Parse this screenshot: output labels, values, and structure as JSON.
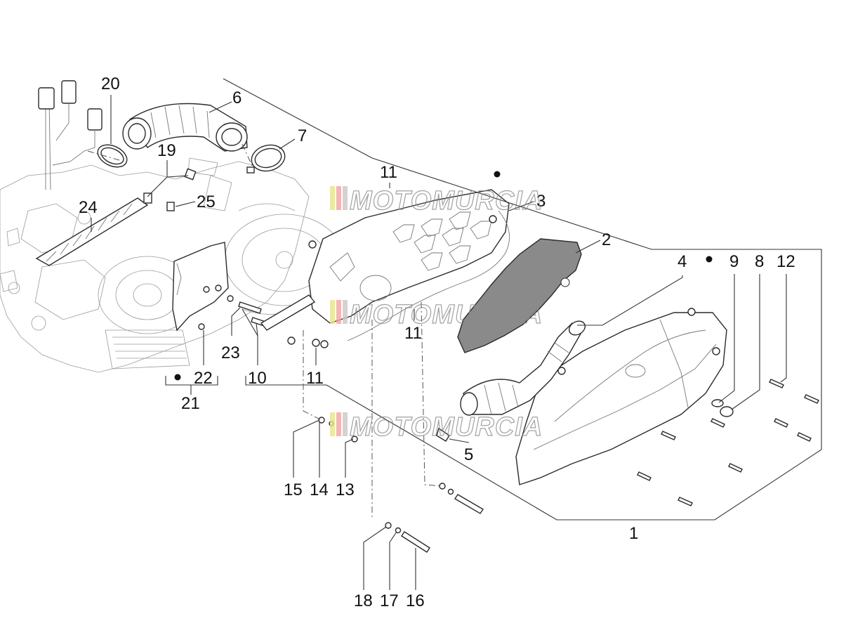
{
  "diagram": {
    "callouts": {
      "c1": "1",
      "c2": "2",
      "c3": "3",
      "c4": "4",
      "c5": "5",
      "c6": "6",
      "c7": "7",
      "c8": "8",
      "c9": "9",
      "c10": "10",
      "c11a": "11",
      "c11b": "11",
      "c11c": "11",
      "c12": "12",
      "c13": "13",
      "c14": "14",
      "c15": "15",
      "c16": "16",
      "c17": "17",
      "c18": "18",
      "c19": "19",
      "c20": "20",
      "c21": "21",
      "c22": "22",
      "c23": "23",
      "c24": "24",
      "c25": "25"
    }
  },
  "watermark": {
    "text": "MOTOMURCIA",
    "stripe_colors": [
      "#e8e48a",
      "#f2a3a3",
      "#c9c9c9"
    ]
  }
}
